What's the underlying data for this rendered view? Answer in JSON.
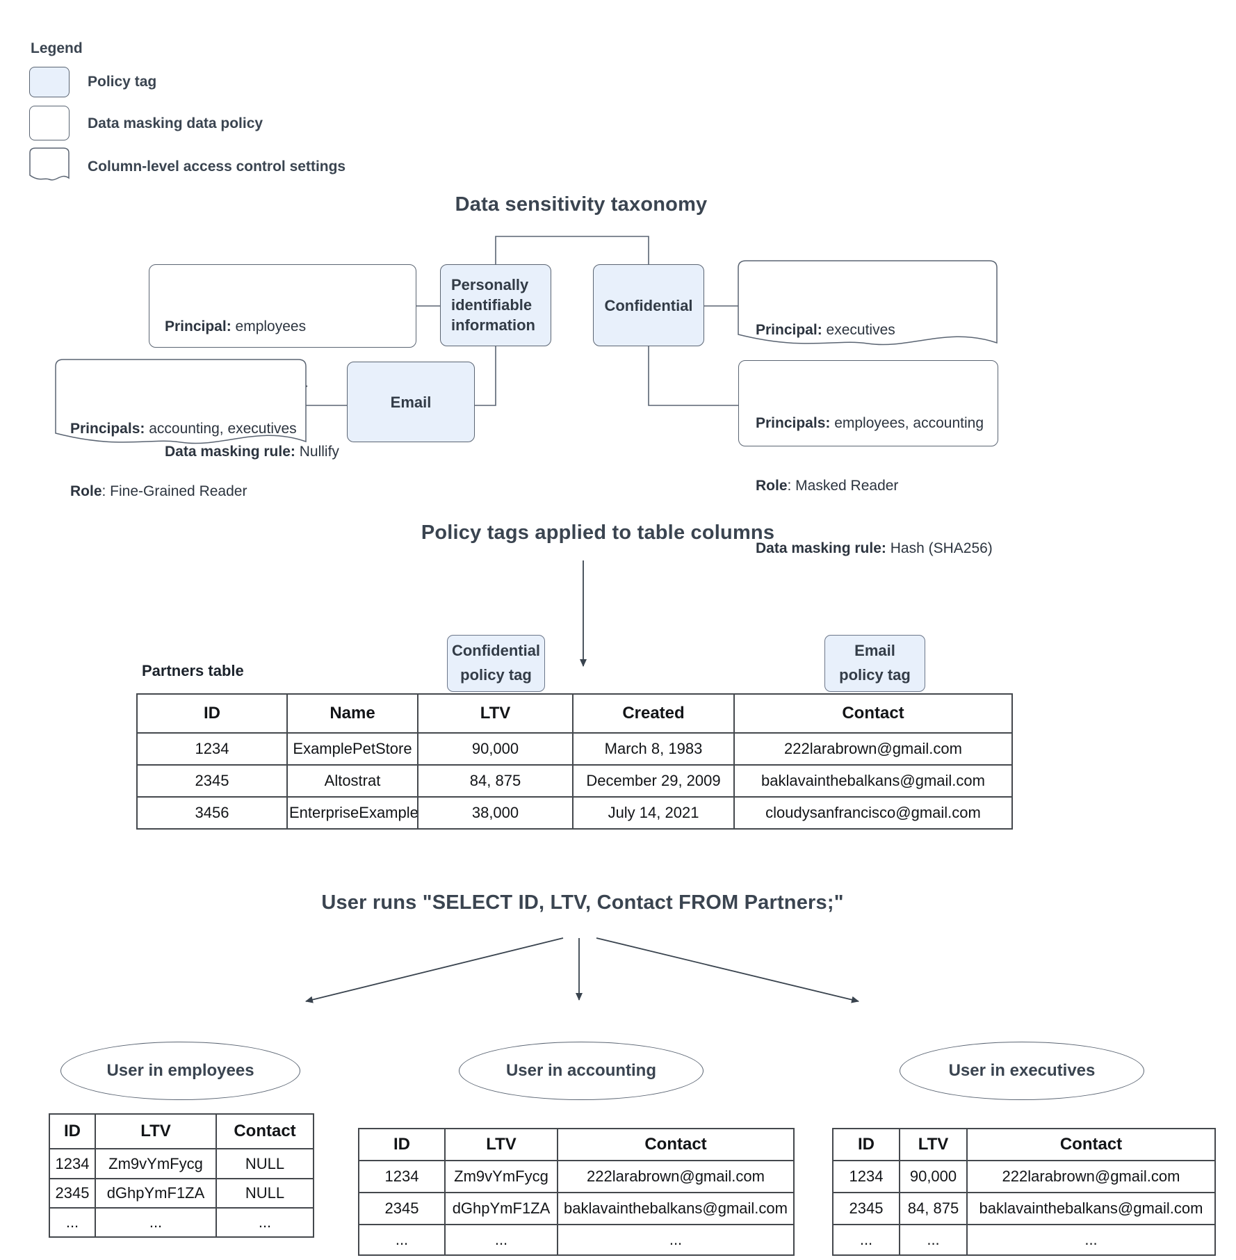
{
  "colors": {
    "policy_tag_fill": "#e8f0fb",
    "shape_border": "#5a6472",
    "heading_text": "#3a4450",
    "table_border": "#44484d"
  },
  "legend": {
    "title": "Legend",
    "items": [
      {
        "shape": "policy-tag-swatch",
        "label": "Policy tag"
      },
      {
        "shape": "data-policy-swatch",
        "label": "Data masking data policy"
      },
      {
        "shape": "access-control-swatch",
        "label": "Column-level access control settings"
      }
    ]
  },
  "taxonomy": {
    "title": "Data sensitivity taxonomy",
    "employees_policy": {
      "lines": [
        {
          "b": "Principal:",
          "r": " employees"
        },
        {
          "b": "Role",
          "r": ": Masked Reader"
        },
        {
          "b": "Data masking rule:",
          "r": " Nullify"
        }
      ]
    },
    "pii_tag": {
      "label": "Personally identifiable information"
    },
    "confidential_tag": {
      "label": "Confidential"
    },
    "executives_access": {
      "lines": [
        {
          "b": "Principal:",
          "r": " executives"
        },
        {
          "b": "Role",
          "r": ": Fine-Grained Reader"
        }
      ]
    },
    "accounting_access": {
      "lines": [
        {
          "b": "Principals:",
          "r": " accounting, executives"
        },
        {
          "b": "Role",
          "r": ": Fine-Grained Reader"
        }
      ]
    },
    "email_tag": {
      "label": "Email"
    },
    "hash_policy": {
      "lines": [
        {
          "b": "Principals:",
          "r": " employees, accounting"
        },
        {
          "b": "Role",
          "r": ": Masked Reader"
        },
        {
          "b": "Data masking rule:",
          "r": " Hash (SHA256)"
        }
      ]
    }
  },
  "policy_section": {
    "title": "Policy tags applied to table columns",
    "partners_label": "Partners table",
    "confidential_tag": {
      "line1": "Confidential",
      "line2": "policy tag"
    },
    "email_tag": {
      "line1": "Email",
      "line2": "policy tag"
    },
    "table": {
      "headers": [
        "ID",
        "Name",
        "LTV",
        "Created",
        "Contact"
      ],
      "rows": [
        [
          "1234",
          "ExamplePetStore",
          "90,000",
          "March 8, 1983",
          "222larabrown@gmail.com"
        ],
        [
          "2345",
          "Altostrat",
          "84, 875",
          "December 29, 2009",
          "baklavainthebalkans@gmail.com"
        ],
        [
          "3456",
          "EnterpriseExample",
          "38,000",
          "July 14, 2021",
          "cloudysanfrancisco@gmail.com"
        ]
      ]
    }
  },
  "query_section": {
    "title": "User runs \"SELECT ID, LTV, Contact FROM Partners;\"",
    "results": [
      {
        "group": "User in employees",
        "headers": [
          "ID",
          "LTV",
          "Contact"
        ],
        "rows": [
          [
            "1234",
            "Zm9vYmFycg",
            "NULL"
          ],
          [
            "2345",
            "dGhpYmF1ZA",
            "NULL"
          ],
          [
            "...",
            "...",
            "..."
          ]
        ]
      },
      {
        "group": "User in accounting",
        "headers": [
          "ID",
          "LTV",
          "Contact"
        ],
        "rows": [
          [
            "1234",
            "Zm9vYmFycg",
            "222larabrown@gmail.com"
          ],
          [
            "2345",
            "dGhpYmF1ZA",
            "baklavainthebalkans@gmail.com"
          ],
          [
            "...",
            "...",
            "..."
          ]
        ]
      },
      {
        "group": "User in executives",
        "headers": [
          "ID",
          "LTV",
          "Contact"
        ],
        "rows": [
          [
            "1234",
            "90,000",
            "222larabrown@gmail.com"
          ],
          [
            "2345",
            "84, 875",
            "baklavainthebalkans@gmail.com"
          ],
          [
            "...",
            "...",
            "..."
          ]
        ]
      }
    ]
  }
}
